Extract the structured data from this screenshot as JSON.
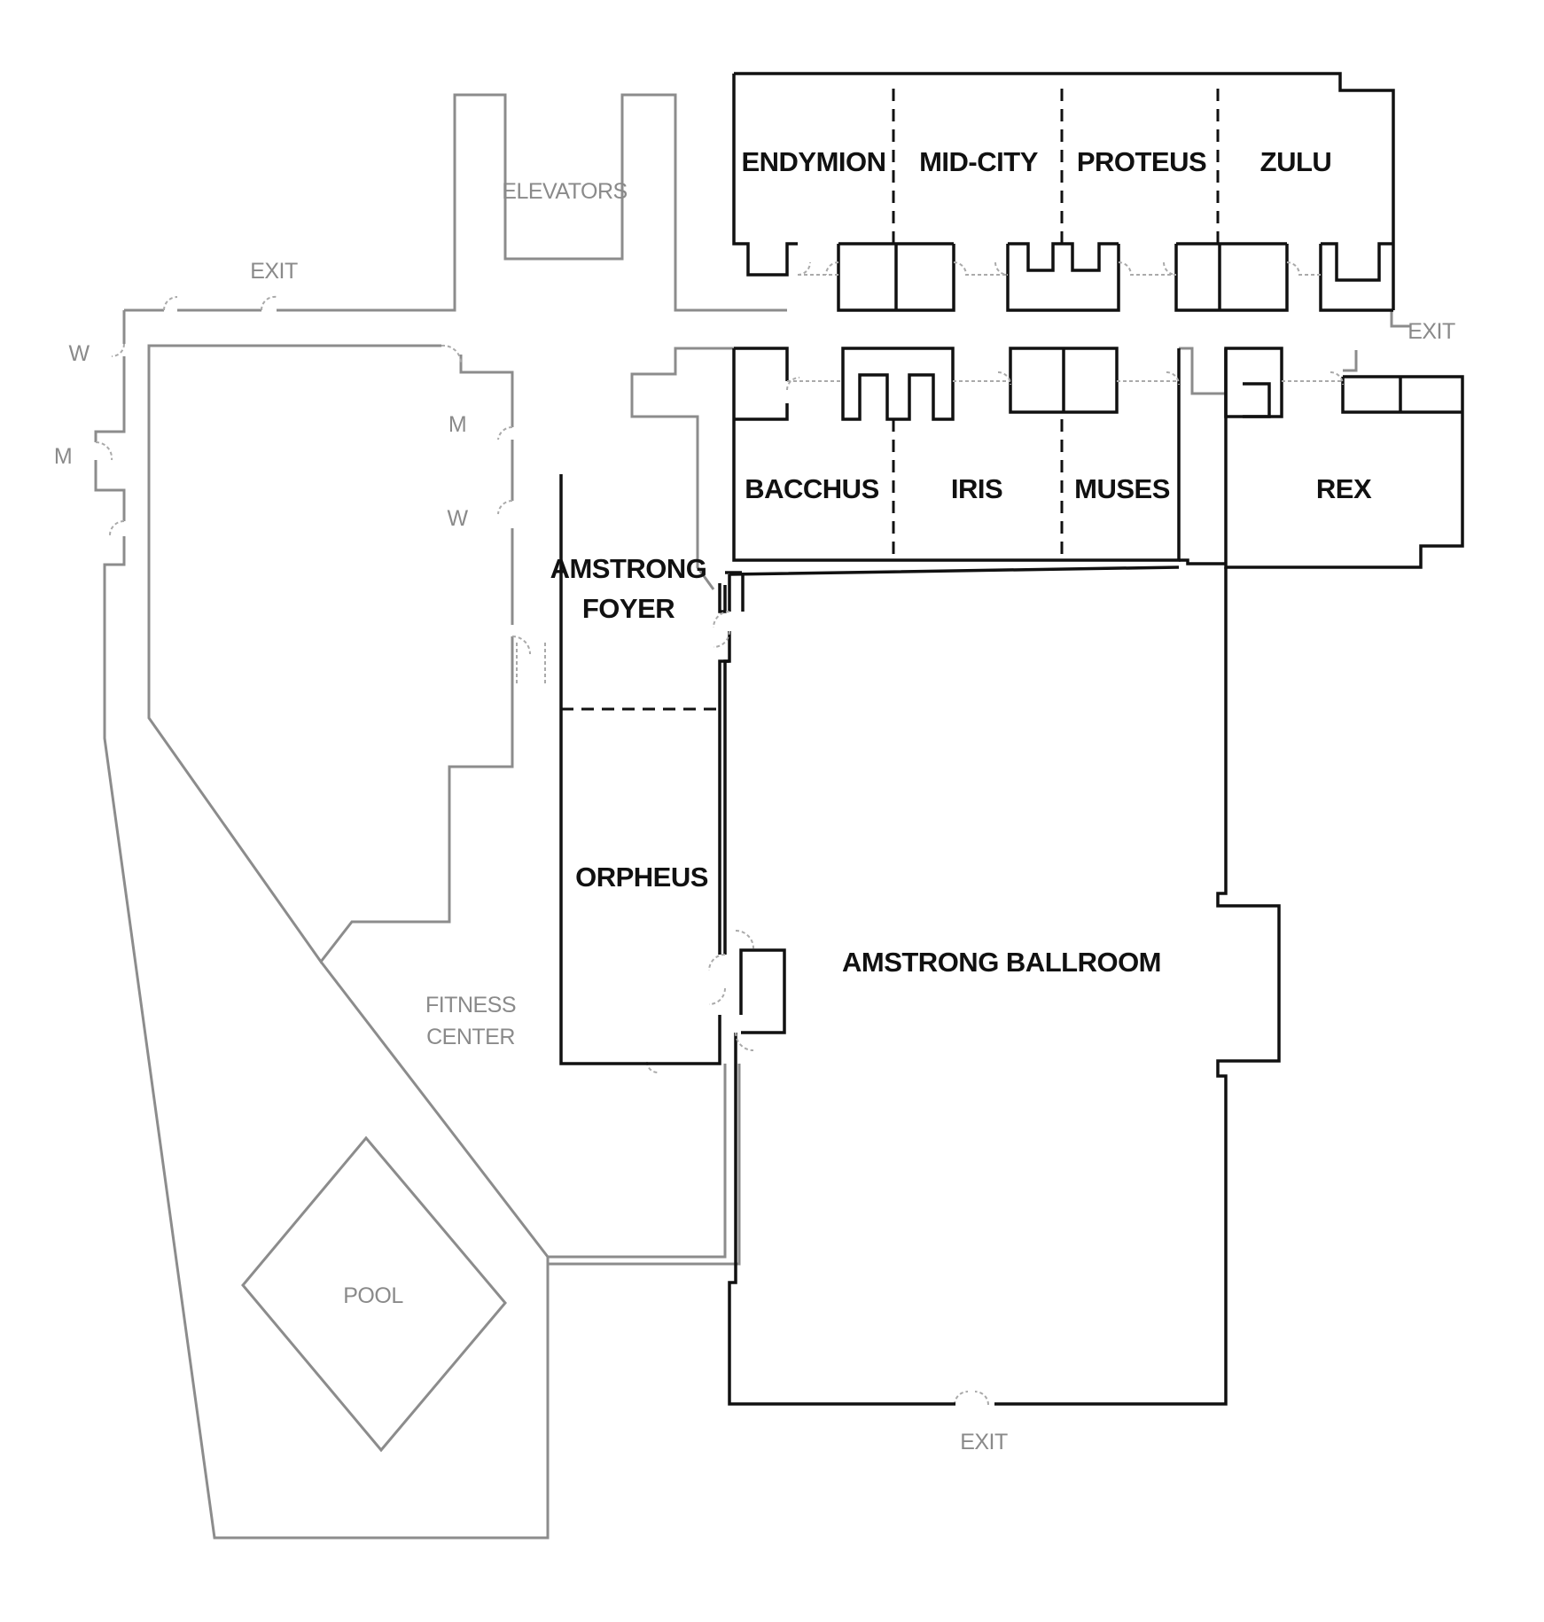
{
  "map": {
    "colors": {
      "dark_wall": "#111111",
      "gray_wall": "#8c8c8c",
      "background": "#ffffff"
    },
    "rooms": {
      "endymion": "ENDYMION",
      "mid_city": "MID-CITY",
      "proteus": "PROTEUS",
      "zulu": "ZULU",
      "bacchus": "BACCHUS",
      "iris": "IRIS",
      "muses": "MUSES",
      "rex": "REX",
      "amstrong_foyer_line1": "AMSTRONG",
      "amstrong_foyer_line2": "FOYER",
      "orpheus": "ORPHEUS",
      "amstrong_ballroom": "AMSTRONG BALLROOM"
    },
    "facilities": {
      "elevators": "ELEVATORS",
      "fitness_line1": "FITNESS",
      "fitness_line2": "CENTER",
      "pool": "POOL",
      "exit_top": "EXIT",
      "exit_right": "EXIT",
      "exit_bottom": "EXIT",
      "restroom_w_left": "W",
      "restroom_m_left": "M",
      "restroom_m_right": "M",
      "restroom_w_right": "W"
    }
  }
}
